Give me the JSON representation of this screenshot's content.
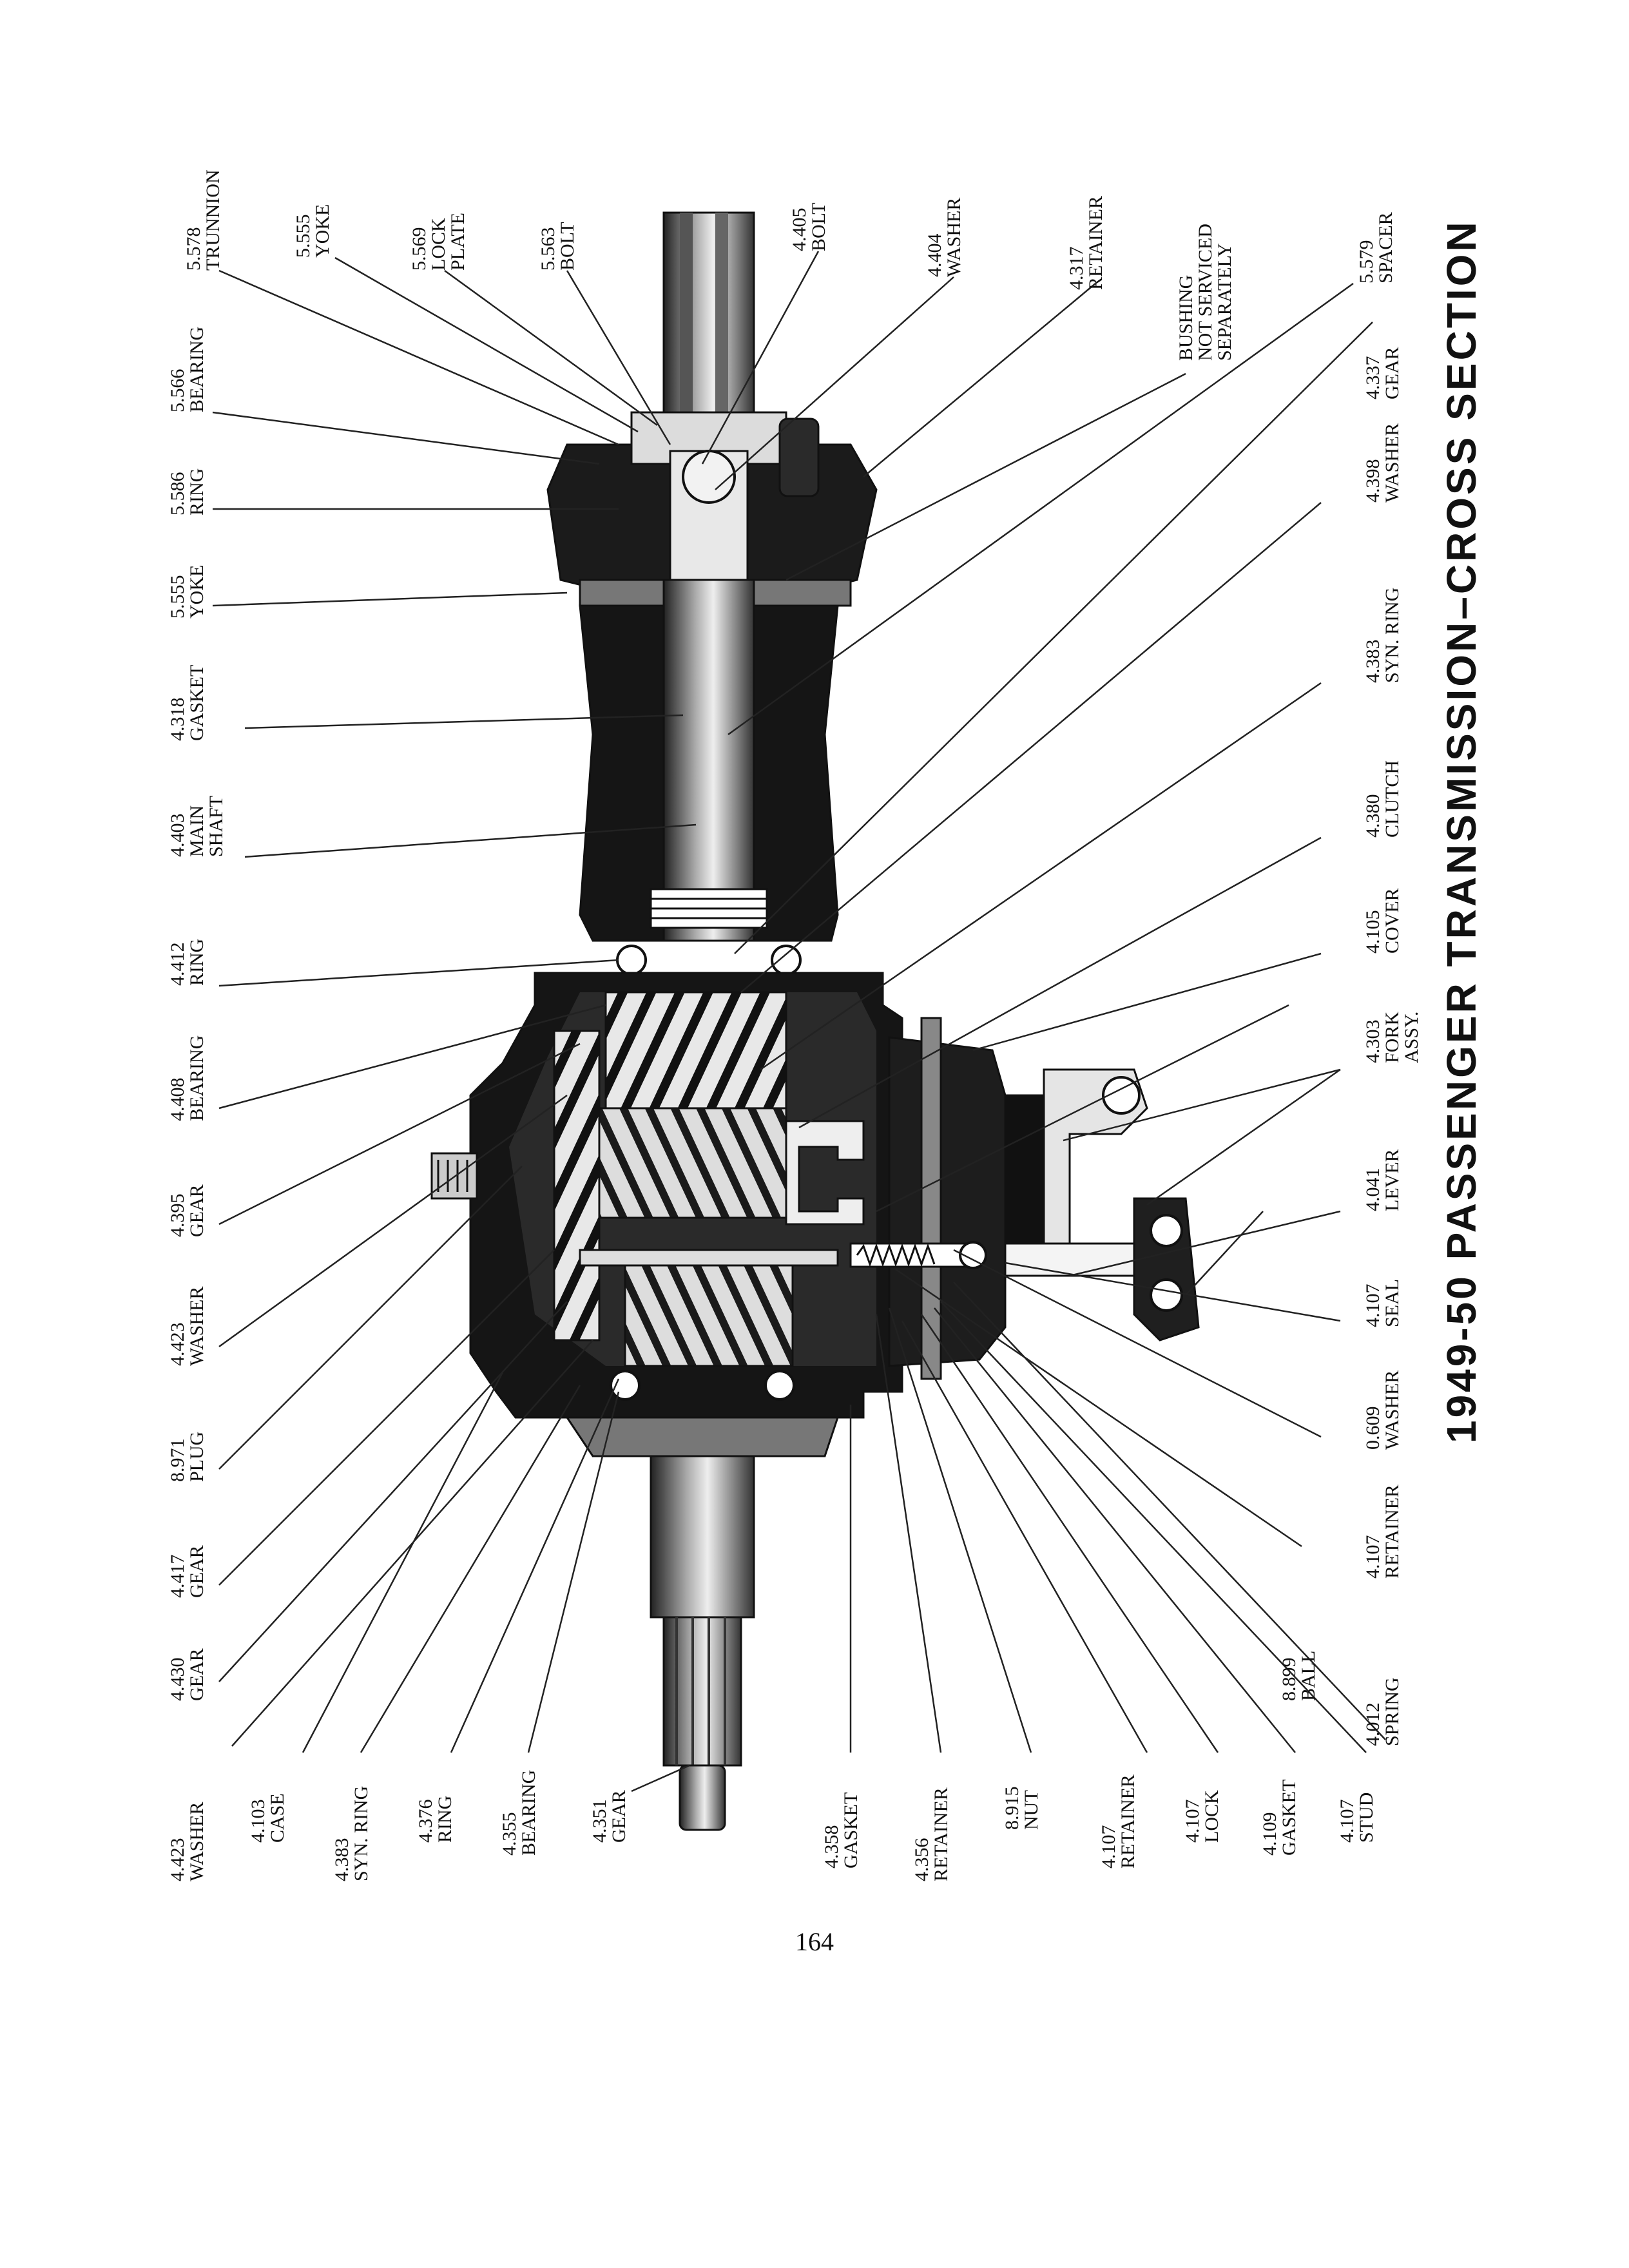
{
  "title": "1949-50 PASSENGER TRANSMISSION–CROSS SECTION",
  "page_number": "164",
  "parts": [
    {
      "num": "5.578",
      "name": [
        "TRUNNION"
      ]
    },
    {
      "num": "5.555",
      "name": [
        "YOKE"
      ]
    },
    {
      "num": "5.569",
      "name": [
        "LOCK",
        "PLATE"
      ]
    },
    {
      "num": "5.563",
      "name": [
        "BOLT"
      ]
    },
    {
      "num": "4.405",
      "name": [
        "BOLT"
      ]
    },
    {
      "num": "4.404",
      "name": [
        "WASHER"
      ]
    },
    {
      "num": "4.317",
      "name": [
        "RETAINER"
      ]
    },
    {
      "num": "",
      "name": [
        "BUSHING",
        "NOT SERVICED",
        "SEPARATELY"
      ]
    },
    {
      "num": "5.579",
      "name": [
        "SPACER"
      ]
    },
    {
      "num": "5.566",
      "name": [
        "BEARING"
      ]
    },
    {
      "num": "5.586",
      "name": [
        "RING"
      ]
    },
    {
      "num": "5.555",
      "name": [
        "YOKE"
      ]
    },
    {
      "num": "4.318",
      "name": [
        "GASKET"
      ]
    },
    {
      "num": "4.403",
      "name": [
        "MAIN",
        "SHAFT"
      ]
    },
    {
      "num": "4.412",
      "name": [
        "RING"
      ]
    },
    {
      "num": "4.408",
      "name": [
        "BEARING"
      ]
    },
    {
      "num": "4.395",
      "name": [
        "GEAR"
      ]
    },
    {
      "num": "4.423",
      "name": [
        "WASHER"
      ]
    },
    {
      "num": "8.971",
      "name": [
        "PLUG"
      ]
    },
    {
      "num": "4.417",
      "name": [
        "GEAR"
      ]
    },
    {
      "num": "4.430",
      "name": [
        "GEAR"
      ]
    },
    {
      "num": "4.423",
      "name": [
        "WASHER"
      ]
    },
    {
      "num": "4.103",
      "name": [
        "CASE"
      ]
    },
    {
      "num": "4.383",
      "name": [
        "SYN. RING"
      ]
    },
    {
      "num": "4.376",
      "name": [
        "RING"
      ]
    },
    {
      "num": "4.355",
      "name": [
        "BEARING"
      ]
    },
    {
      "num": "4.351",
      "name": [
        "GEAR"
      ]
    },
    {
      "num": "4.358",
      "name": [
        "GASKET"
      ]
    },
    {
      "num": "4.356",
      "name": [
        "RETAINER"
      ]
    },
    {
      "num": "8.915",
      "name": [
        "NUT"
      ]
    },
    {
      "num": "4.107",
      "name": [
        "RETAINER"
      ]
    },
    {
      "num": "4.107",
      "name": [
        "LOCK"
      ]
    },
    {
      "num": "4.109",
      "name": [
        "GASKET"
      ]
    },
    {
      "num": "4.107",
      "name": [
        "STUD"
      ]
    },
    {
      "num": "4.012",
      "name": [
        "SPRING"
      ]
    },
    {
      "num": "8.899",
      "name": [
        "BALL"
      ]
    },
    {
      "num": "4.107",
      "name": [
        "RETAINER"
      ]
    },
    {
      "num": "0.609",
      "name": [
        "WASHER"
      ]
    },
    {
      "num": "4.107",
      "name": [
        "SEAL"
      ]
    },
    {
      "num": "4.041",
      "name": [
        "LEVER"
      ]
    },
    {
      "num": "4.303",
      "name": [
        "FORK",
        "ASSY."
      ]
    },
    {
      "num": "4.105",
      "name": [
        "COVER"
      ]
    },
    {
      "num": "4.380",
      "name": [
        "CLUTCH"
      ]
    },
    {
      "num": "4.383",
      "name": [
        "SYN. RING"
      ]
    },
    {
      "num": "4.398",
      "name": [
        "WASHER"
      ]
    },
    {
      "num": "4.337",
      "name": [
        "GEAR"
      ]
    }
  ]
}
